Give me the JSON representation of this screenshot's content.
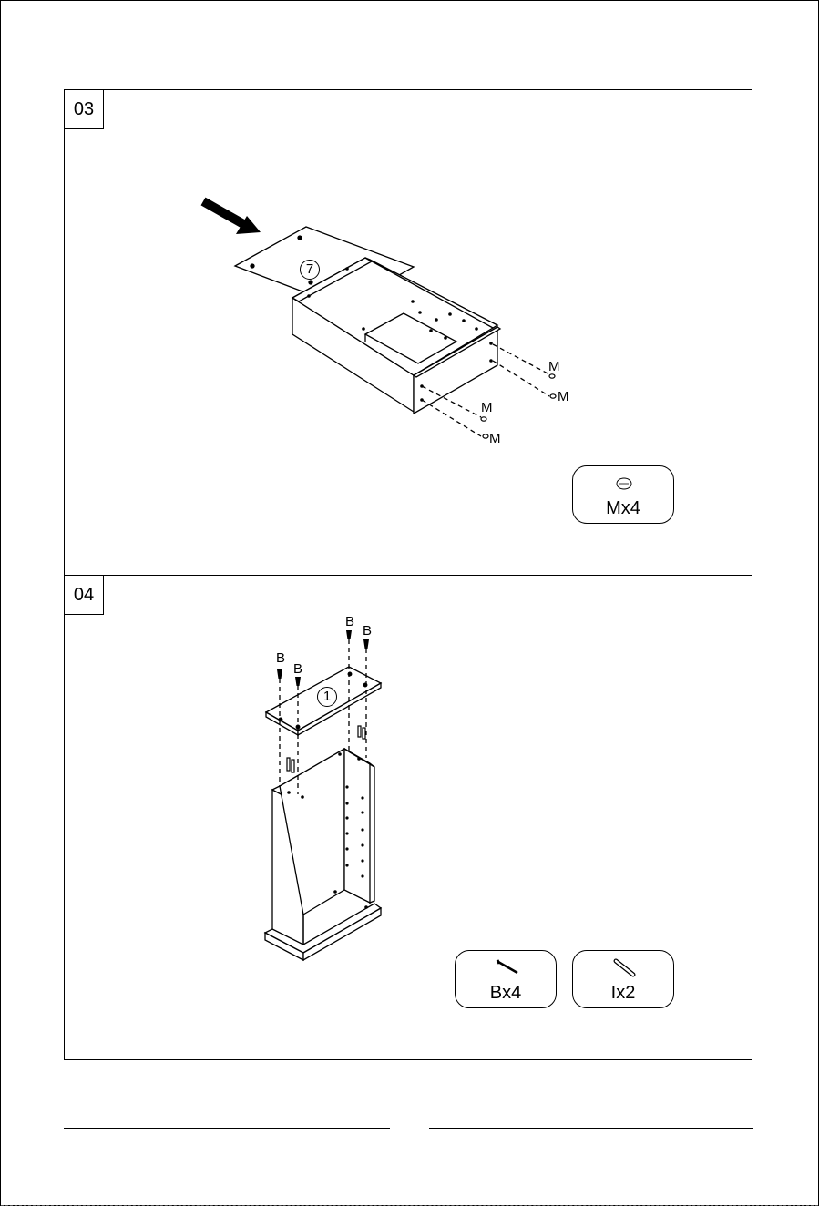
{
  "steps": [
    {
      "number": "03",
      "panel_label": "7",
      "screw_labels": [
        "M",
        "M",
        "M",
        "M"
      ],
      "parts": [
        {
          "label": "Mx4",
          "icon": "cam-lock-icon"
        }
      ]
    },
    {
      "number": "04",
      "panel_label": "1",
      "screw_labels": [
        "B",
        "B",
        "B",
        "B"
      ],
      "parts": [
        {
          "label": "Bx4",
          "icon": "screw-icon"
        },
        {
          "label": "Ix2",
          "icon": "dowel-icon"
        }
      ]
    }
  ],
  "colors": {
    "line": "#000000",
    "paper": "#ffffff"
  }
}
